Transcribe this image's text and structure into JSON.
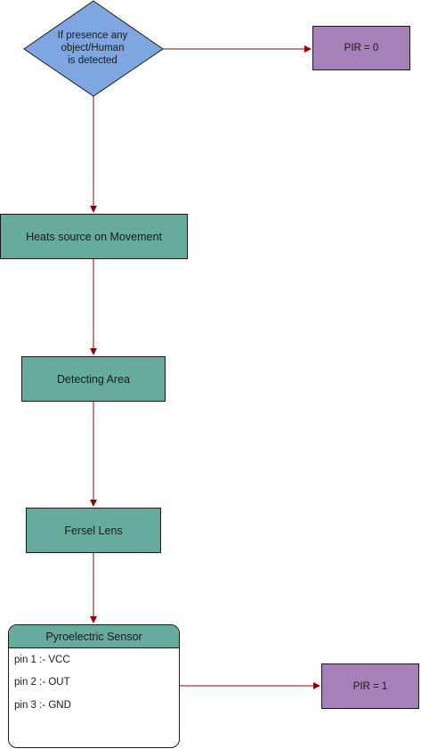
{
  "diagram": {
    "decision": {
      "label": "If presence any\nobject/Human\nis detected"
    },
    "steps": [
      {
        "label": "Heats source on Movement"
      },
      {
        "label": "Detecting Area"
      },
      {
        "label": "Fersel Lens"
      }
    ],
    "sensor": {
      "title": "Pyroelectric Sensor",
      "pins": [
        {
          "label": "pin 1 :- VCC"
        },
        {
          "label": "pin 2 :- OUT"
        },
        {
          "label": "pin 3 :- GND"
        }
      ]
    },
    "outputs": {
      "no_detection": {
        "label": "PIR = 0"
      },
      "detection": {
        "label": "PIR = 1"
      }
    }
  },
  "colors": {
    "decision_fill": "#7ea6e0",
    "process_fill": "#67ab9f",
    "output_fill": "#a680b8",
    "connector": "#990000",
    "outline": "#1a1a1a"
  }
}
